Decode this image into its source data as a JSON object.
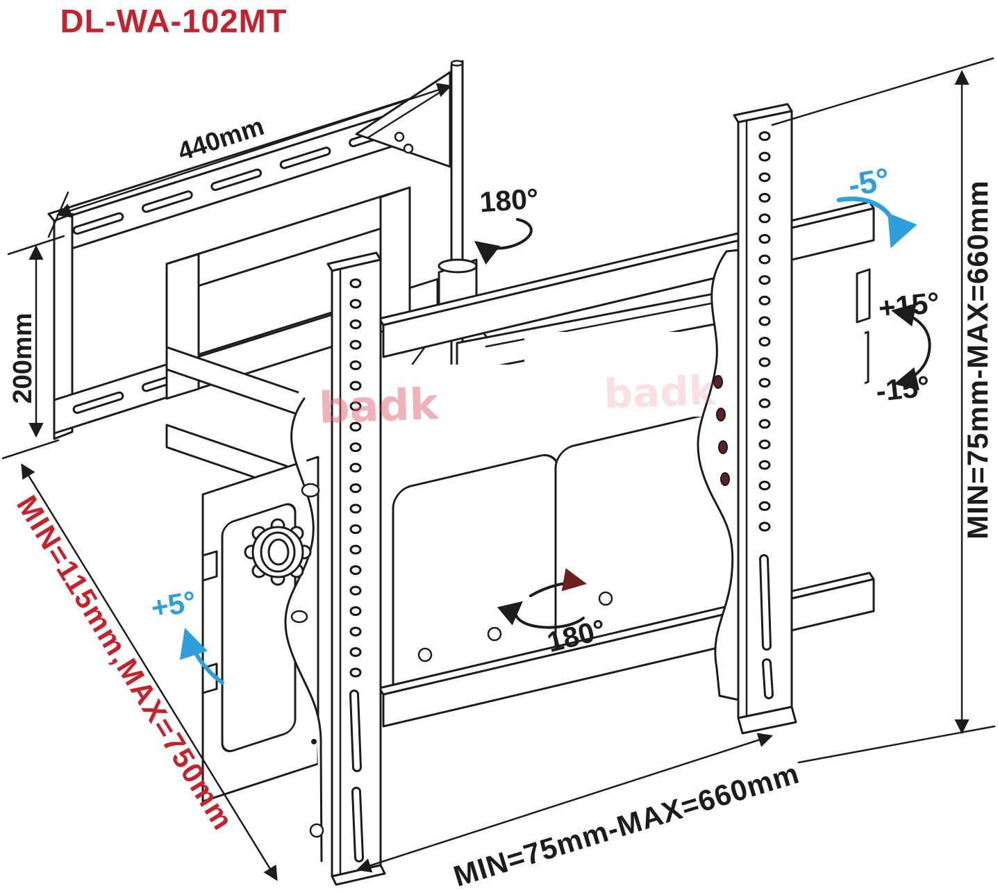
{
  "diagram": {
    "title": "DL-WA-102MT",
    "colors": {
      "red": "#c4232e",
      "blue": "#2e9fdd",
      "line": "#1c1c1c",
      "watermark": "#dd6672"
    },
    "labels": {
      "wall_plate_width": "440mm",
      "wall_plate_height": "200mm",
      "swivel_arm_top": "180°",
      "swivel_arm_bottom": "180°",
      "tilt_forward": "-5°",
      "tilt_up": "+15°",
      "tilt_down": "-15°",
      "tilt_back": "+5°",
      "arm_extension": "MIN=115mm,MAX=750mm",
      "vesa_height": "MIN=75mm-MAX=660mm",
      "vesa_width": "MIN=75mm-MAX=660mm"
    },
    "watermark": "badk"
  }
}
